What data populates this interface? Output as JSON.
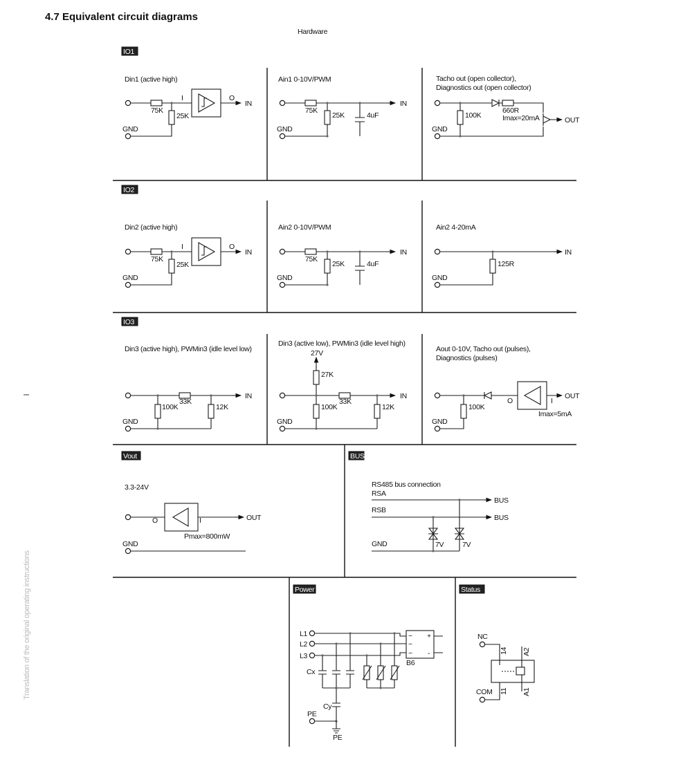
{
  "header": {
    "title": "4.7 Equivalent circuit diagrams",
    "subtitle": "Hardware"
  },
  "side_text": "Translation of the original operating instructions",
  "sections": {
    "io1": "IO1",
    "io2": "IO2",
    "io3": "IO3",
    "vout": "Vout",
    "bus": "BUS",
    "power": "Power",
    "status": "Status"
  },
  "io1": {
    "din": {
      "caption": "Din1 (active high)",
      "r1": "75K",
      "r2": "25K",
      "in": "I",
      "out": "O",
      "arrow": "IN",
      "gnd": "GND"
    },
    "ain": {
      "caption": "Ain1 0-10V/PWM",
      "r1": "75K",
      "r2": "25K",
      "c": "4uF",
      "arrow": "IN",
      "gnd": "GND"
    },
    "tacho": {
      "caption1": "Tacho out (open collector),",
      "caption2": "Diagnostics out (open collector)",
      "r1": "100K",
      "r2": "660R",
      "imax": "Imax=20mA",
      "arrow": "OUT",
      "gnd": "GND"
    }
  },
  "io2": {
    "din": {
      "caption": "Din2 (active high)",
      "r1": "75K",
      "r2": "25K",
      "in": "I",
      "out": "O",
      "arrow": "IN",
      "gnd": "GND"
    },
    "ain": {
      "caption": "Ain2 0-10V/PWM",
      "r1": "75K",
      "r2": "25K",
      "c": "4uF",
      "arrow": "IN",
      "gnd": "GND"
    },
    "ain420": {
      "caption": "Ain2 4-20mA",
      "r1": "125R",
      "arrow": "IN",
      "gnd": "GND"
    }
  },
  "io3": {
    "din": {
      "caption": "Din3 (active high), PWMin3 (idle level low)",
      "r1": "100K",
      "r2": "33K",
      "r3": "12K",
      "arrow": "IN",
      "gnd": "GND"
    },
    "din_low": {
      "caption": "Din3 (active low), PWMin3 (idle level high)",
      "v": "27V",
      "r0": "27K",
      "r1": "100K",
      "r2": "33K",
      "r3": "12K",
      "arrow": "IN",
      "gnd": "GND"
    },
    "aout": {
      "caption1": "Aout 0-10V, Tacho out (pulses),",
      "caption2": "Diagnostics (pulses)",
      "r1": "100K",
      "out": "O",
      "in": "I",
      "imax": "Imax=5mA",
      "arrow": "OUT",
      "gnd": "GND"
    }
  },
  "vout": {
    "caption": "3.3-24V",
    "out": "O",
    "in": "I",
    "pmax": "Pmax=800mW",
    "arrow": "OUT",
    "gnd": "GND"
  },
  "bus": {
    "caption": "RS485 bus connection",
    "rsa": "RSA",
    "rsb": "RSB",
    "bus1": "BUS",
    "bus2": "BUS",
    "gnd": "GND",
    "z1": "7V",
    "z2": "7V"
  },
  "power": {
    "l1": "L1",
    "l2": "L2",
    "l3": "L3",
    "cx": "Cx",
    "cy": "Cy",
    "pe1": "PE",
    "pe2": "PE",
    "b6": "B6",
    "plus": "+",
    "minus": "-",
    "ac": "~"
  },
  "status": {
    "nc": "NC",
    "com": "COM",
    "p14": "14",
    "p11": "11",
    "a2": "A2",
    "a1": "A1"
  }
}
